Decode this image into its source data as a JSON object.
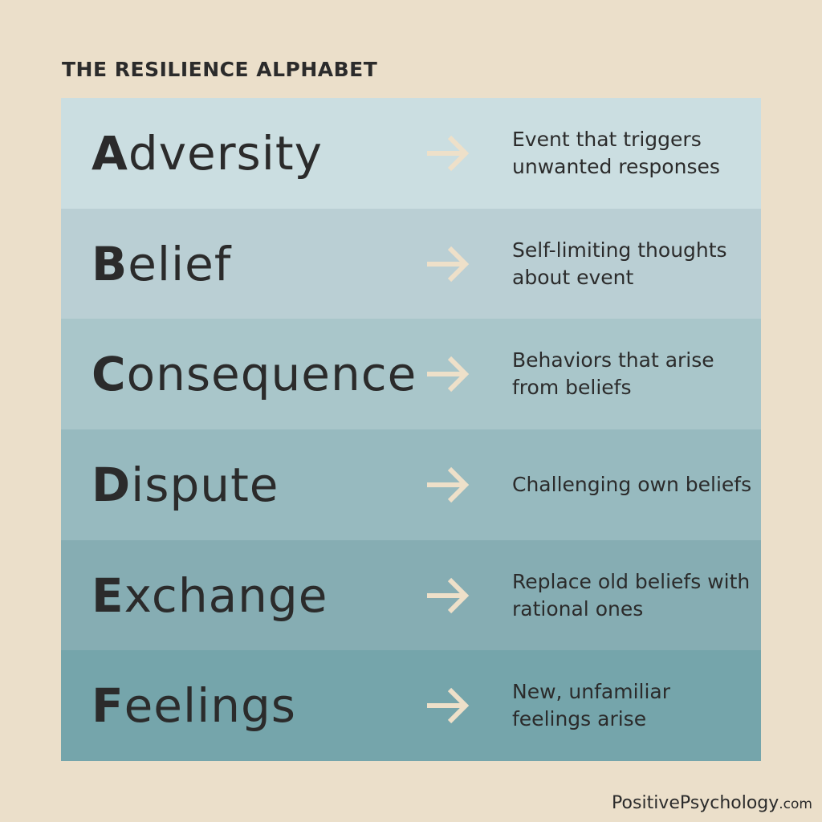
{
  "title": "THE RESILIENCE ALPHABET",
  "rows": [
    {
      "letter": "A",
      "rest": "dversity",
      "desc": "Event that triggers unwanted responses",
      "color": "#cbdee1"
    },
    {
      "letter": "B",
      "rest": "elief",
      "desc": "Self-limiting thoughts about event",
      "color": "#bacfd4"
    },
    {
      "letter": "C",
      "rest": "onsequence",
      "desc": "Behaviors that arise from beliefs",
      "color": "#a9c6ca"
    },
    {
      "letter": "D",
      "rest": "ispute",
      "desc": "Challenging own beliefs",
      "color": "#97babf"
    },
    {
      "letter": "E",
      "rest": "xchange",
      "desc": "Replace old beliefs with rational ones",
      "color": "#86adb3"
    },
    {
      "letter": "F",
      "rest": "eelings",
      "desc": "New, unfamiliar feelings arise",
      "color": "#75a5ab"
    }
  ],
  "arrow_icon": "arrow-right-icon",
  "arrow_color": "#eee0c9",
  "footer": {
    "brand": "PositivePsychology",
    "tld": ".com"
  }
}
